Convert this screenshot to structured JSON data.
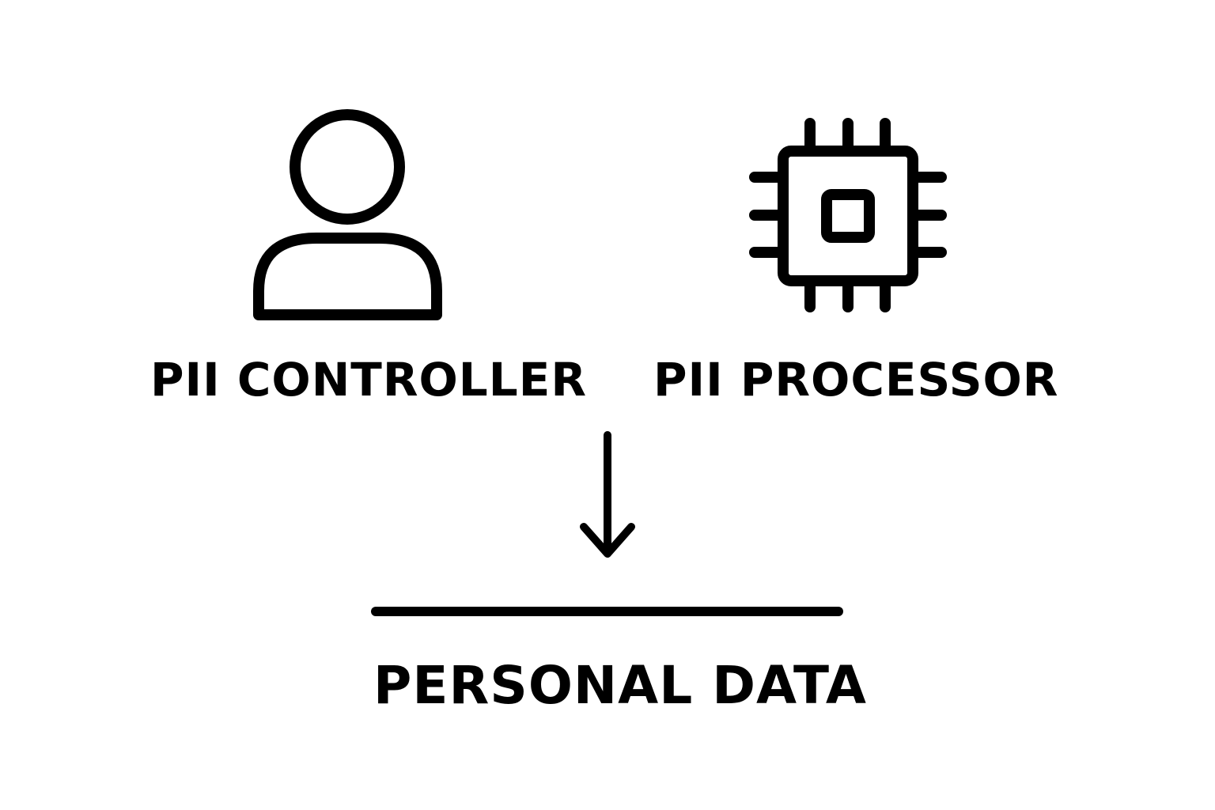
{
  "controller": {
    "label": "PII CONTROLLER",
    "icon": "person-icon"
  },
  "processor": {
    "label": "PII PROCESSOR",
    "icon": "chip-icon"
  },
  "target": {
    "label": "PERSONAL DATA"
  },
  "colors": {
    "stroke": "#000000",
    "background": "#ffffff"
  }
}
